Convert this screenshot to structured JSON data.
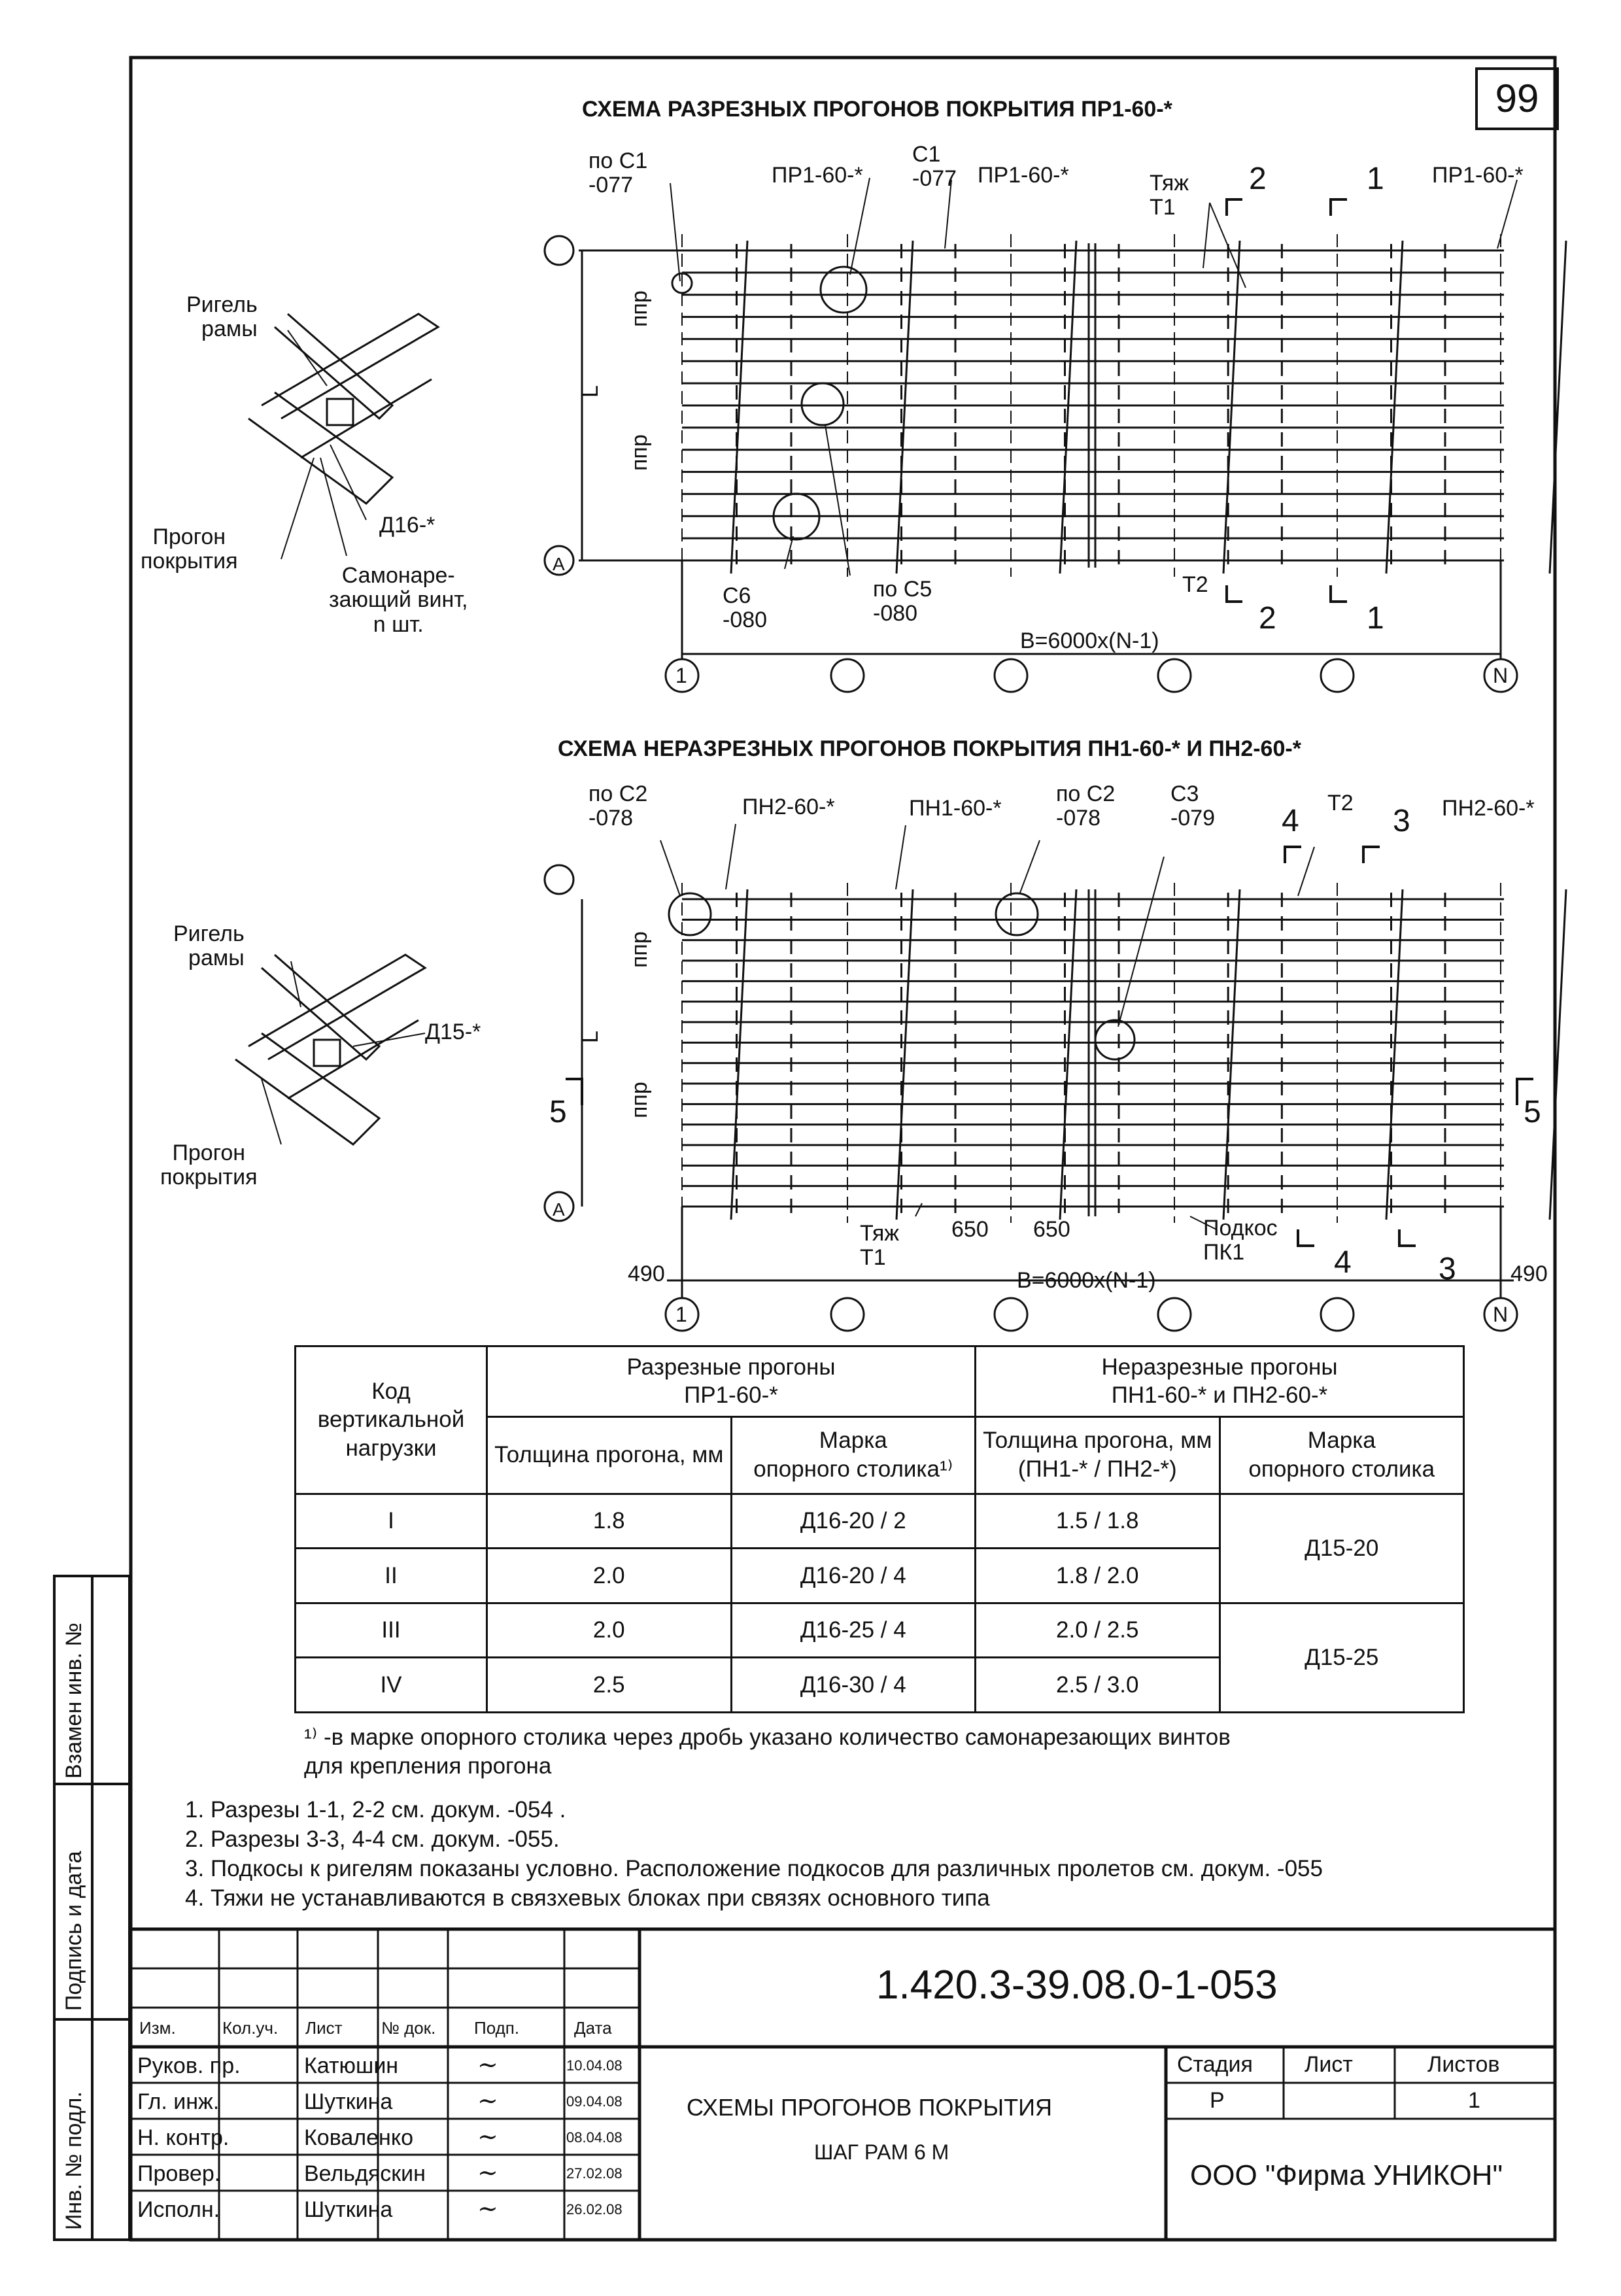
{
  "page_number": "99",
  "schemes": [
    {
      "title": "СХЕМА РАЗРЕЗНЫХ ПРОГОНОВ ПОКРЫТИЯ ПР1-60-*",
      "iso_labels": {
        "rigel": "Ригель\nрамы",
        "progon": "Прогон\nпокрытия",
        "table": "Д16-*",
        "screw": "Самонаре-\nзающий винт,\nn шт."
      },
      "labels": [
        "по С1\n-077",
        "ПР1-60-*",
        "С1\n-077",
        "ПР1-60-*",
        "Тяж\nТ1",
        "2",
        "1",
        "ПР1-60-*",
        "ппр",
        "L",
        "ппр",
        "С6\n-080",
        "по С5\n-080",
        "Т2",
        "2",
        "1",
        "B=6000x(N-1)"
      ],
      "axes": [
        "1",
        "N"
      ],
      "row_axes": [
        "А"
      ]
    },
    {
      "title": "СХЕМА НЕРАЗРЕЗНЫХ ПРОГОНОВ ПОКРЫТИЯ ПН1-60-* И ПН2-60-*",
      "iso_labels": {
        "rigel": "Ригель\nрамы",
        "progon": "Прогон\nпокрытия",
        "table": "Д15-*"
      },
      "labels": [
        "по С2\n-078",
        "ПН2-60-*",
        "ПН1-60-*",
        "по С2\n-078",
        "С3\n-079",
        "4",
        "Т2",
        "3",
        "ПН2-60-*",
        "ппр",
        "L",
        "ппр",
        "5",
        "5",
        "Тяж\nТ1",
        "650",
        "650",
        "Подкос\nПК1",
        "4",
        "3",
        "490",
        "490",
        "B=6000x(N-1)"
      ],
      "axes": [
        "1",
        "N"
      ],
      "row_axes": [
        "А"
      ]
    }
  ],
  "table": {
    "head": {
      "code": "Код вертикальной нагрузки",
      "split": "Разрезные прогоны\nПР1-60-*",
      "cont": "Неразрезные прогоны\nПН1-60-* и ПН2-60-*",
      "split_thick": "Толщина прогона, мм",
      "split_mark": "Марка\nопорного столика¹⁾",
      "cont_thick": "Толщина прогона, мм\n(ПН1-* / ПН2-*)",
      "cont_mark": "Марка\nопорного столика"
    },
    "rows": [
      {
        "code": "I",
        "thick": "1.8",
        "mark": "Д16-20 / 2",
        "cthick": "1.5 / 1.8"
      },
      {
        "code": "II",
        "thick": "2.0",
        "mark": "Д16-20 / 4",
        "cthick": "1.8 / 2.0"
      },
      {
        "code": "III",
        "thick": "2.0",
        "mark": "Д16-25 / 4",
        "cthick": "2.0 / 2.5"
      },
      {
        "code": "IV",
        "thick": "2.5",
        "mark": "Д16-30 / 4",
        "cthick": "2.5 / 3.0"
      }
    ],
    "group_marks": [
      "Д15-20",
      "Д15-25"
    ]
  },
  "footnote": "¹⁾ -в марке опорного столика через дробь указано количество самонарезающих винтов\nдля крепления прогона",
  "notes": [
    "1. Разрезы 1-1, 2-2  см. докум. -054 .",
    "2. Разрезы 3-3, 4-4  см. докум. -055.",
    "3. Подкосы  к ригелям показаны условно. Расположение подкосов для различных пролетов см. докум. -055",
    "4. Тяжи не устанавливаются в связхевых блоках при связях основного типа"
  ],
  "side_stamps": [
    "Взамен инв. №",
    "Подпись и дата",
    "Инв. № подл."
  ],
  "titleblock": {
    "code": "1.420.3-39.08.0-1-053",
    "head_cols": [
      "Изм.",
      "Кол.уч.",
      "Лист",
      "№ док.",
      "Подп.",
      "Дата"
    ],
    "people": [
      {
        "role": "Руков. пр.",
        "name": "Катюшин",
        "sign": "~",
        "date": "10.04.08"
      },
      {
        "role": "Гл. инж.",
        "name": "Шуткина",
        "sign": "~",
        "date": "09.04.08"
      },
      {
        "role": "Н. контр.",
        "name": "Коваленко",
        "sign": "~",
        "date": "08.04.08"
      },
      {
        "role": "Провер.",
        "name": "Вельдяскин",
        "sign": "~",
        "date": "27.02.08"
      },
      {
        "role": "Исполн.",
        "name": "Шуткина",
        "sign": "~",
        "date": "26.02.08"
      }
    ],
    "title_line1": "СХЕМЫ ПРОГОНОВ ПОКРЫТИЯ",
    "title_line2": "ШАГ РАМ 6 М",
    "stage_label": "Стадия",
    "sheet_label": "Лист",
    "sheets_label": "Листов",
    "stage": "Р",
    "sheet": "",
    "sheets": "1",
    "company": "ООО \"Фирма УНИКОН\""
  }
}
